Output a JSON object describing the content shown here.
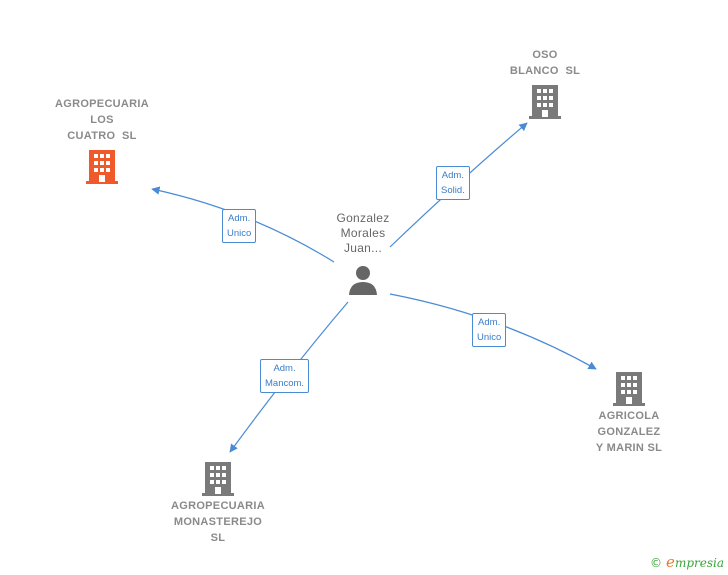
{
  "center": {
    "lines": [
      "Gonzalez",
      "Morales",
      "Juan..."
    ],
    "icon": "person-icon"
  },
  "companies": [
    {
      "id": "agro-cuatro",
      "lines": [
        "AGROPECUARIA",
        "LOS",
        "CUATRO  SL"
      ],
      "icon": "building-icon",
      "color": "#f05a2a"
    },
    {
      "id": "oso-blanco",
      "lines": [
        "OSO",
        "BLANCO  SL"
      ],
      "icon": "building-icon",
      "color": "#7a7a7a"
    },
    {
      "id": "agricola",
      "lines": [
        "AGRICOLA",
        "GONZALEZ",
        "Y MARIN SL"
      ],
      "icon": "building-icon",
      "color": "#7a7a7a"
    },
    {
      "id": "agro-monasterejo",
      "lines": [
        "AGROPECUARIA",
        "MONASTEREJO",
        "SL"
      ],
      "icon": "building-icon",
      "color": "#7a7a7a"
    }
  ],
  "edges": [
    {
      "to": "agro-cuatro",
      "lines": [
        "Adm.",
        "Unico"
      ]
    },
    {
      "to": "oso-blanco",
      "lines": [
        "Adm.",
        "Solid."
      ]
    },
    {
      "to": "agricola",
      "lines": [
        "Adm.",
        "Unico"
      ]
    },
    {
      "to": "agro-monasterejo",
      "lines": [
        "Adm.",
        "Mancom."
      ]
    }
  ],
  "edge_color": "#4a8bd4",
  "footer": {
    "copyright": "©",
    "brand_initial": "e",
    "brand_rest": "mpresia"
  }
}
